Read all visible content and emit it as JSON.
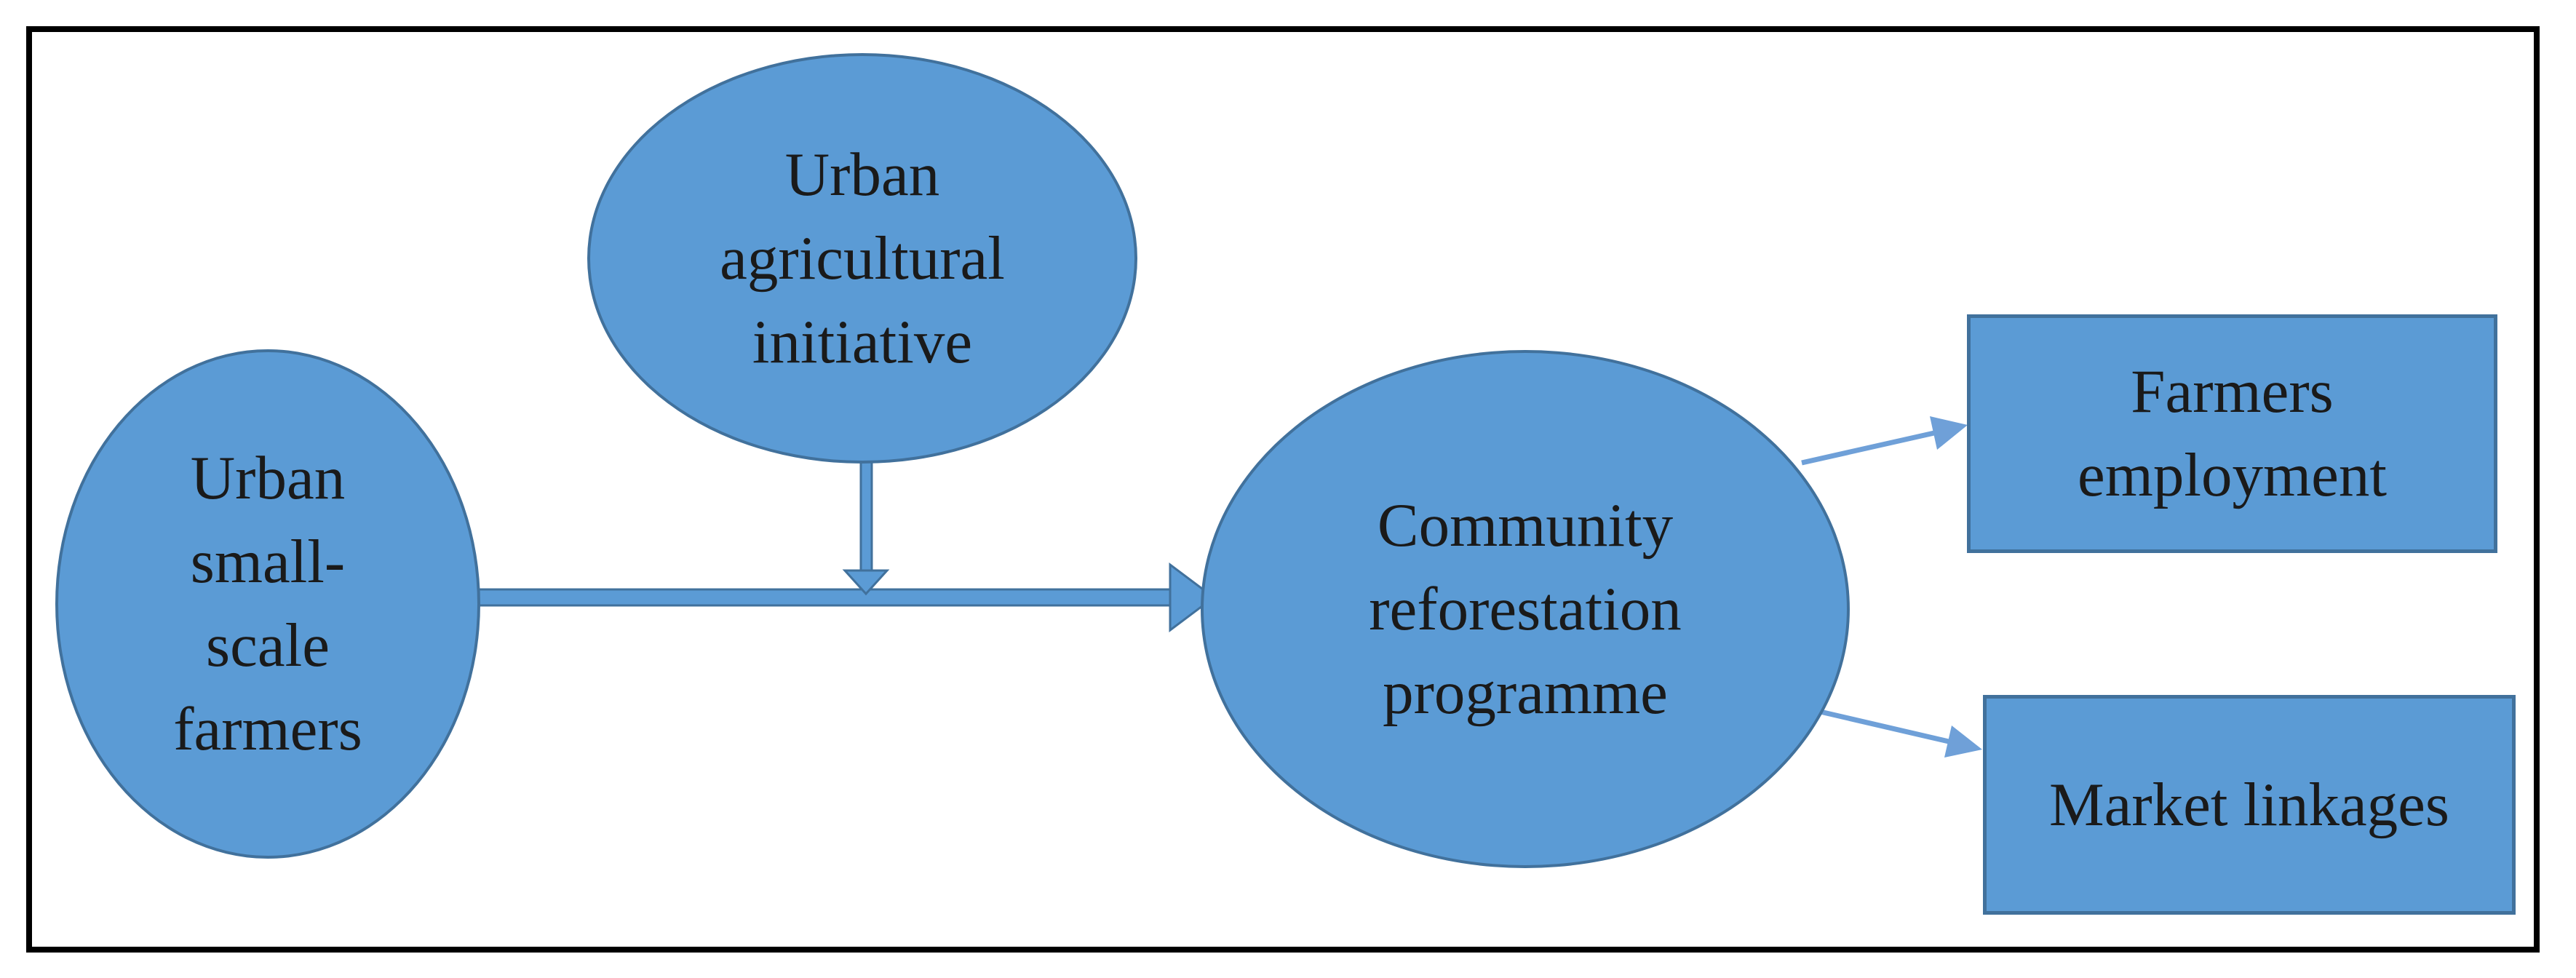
{
  "diagram": {
    "type": "flow-diagram",
    "nodes": {
      "urban_small_scale_farmers": {
        "shape": "ellipse",
        "label": "Urban\nsmall-\nscale\nfarmers"
      },
      "urban_agricultural_initiative": {
        "shape": "ellipse",
        "label": "Urban\nagricultural\ninitiative"
      },
      "community_reforestation_programme": {
        "shape": "ellipse",
        "label": "Community\nreforestation\nprogramme"
      },
      "farmers_employment": {
        "shape": "rectangle",
        "label": "Farmers\nemployment"
      },
      "market_linkages": {
        "shape": "rectangle",
        "label": "Market linkages"
      }
    },
    "connections": [
      {
        "from": "urban_small_scale_farmers",
        "to": "community_reforestation_programme",
        "style": "thick-arrow"
      },
      {
        "from": "urban_agricultural_initiative",
        "to": "arrow-between-farmers-and-programme",
        "style": "thick-arrow"
      },
      {
        "from": "community_reforestation_programme",
        "to": "farmers_employment",
        "style": "thin-arrow"
      },
      {
        "from": "community_reforestation_programme",
        "to": "market_linkages",
        "style": "thin-arrow"
      }
    ]
  },
  "colors": {
    "background": "#FFFFFF",
    "frame": "#000000",
    "shape_fill": "#5B9BD5",
    "shape_stroke": "#41719C",
    "arrow_fill": "#5B9BD5",
    "arrow_stroke": "#41719C",
    "thin_arrow": "#6FA0D8",
    "text": "#1A1A1A"
  }
}
